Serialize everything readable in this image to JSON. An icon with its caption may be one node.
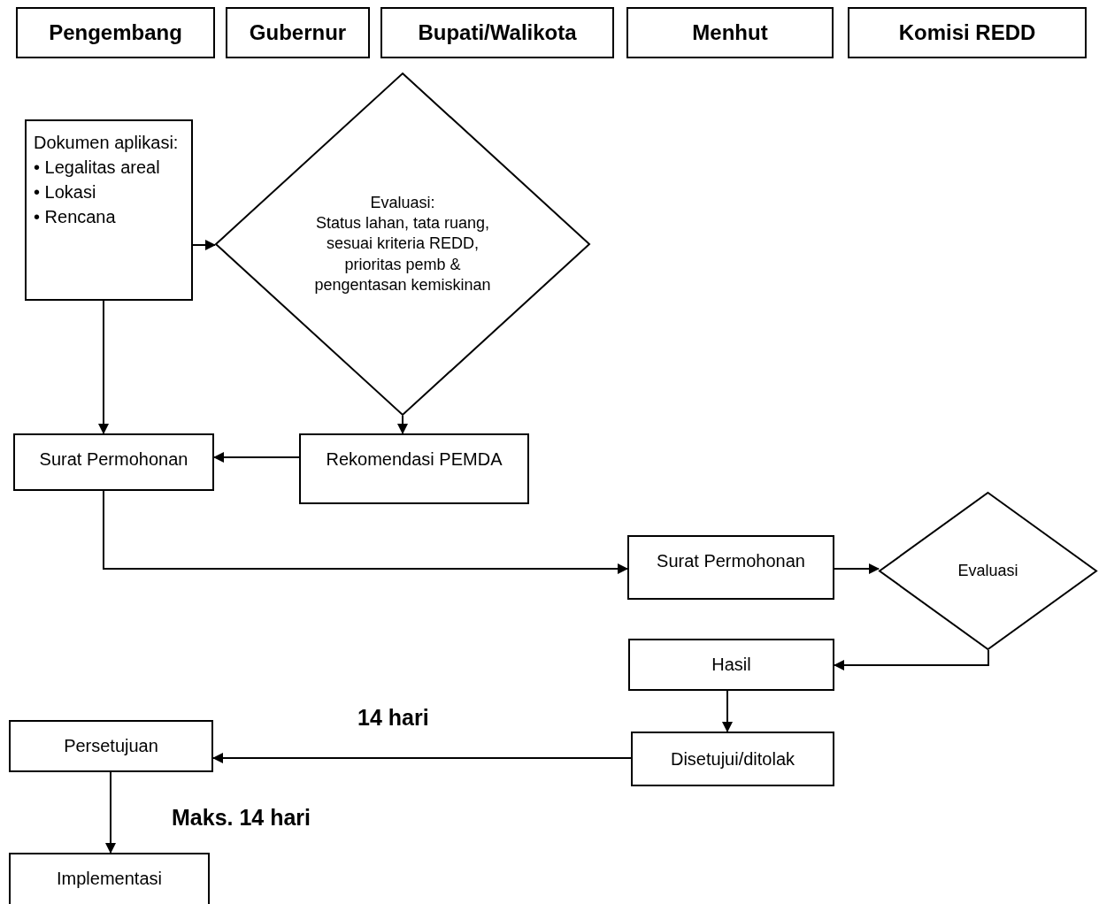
{
  "diagram": {
    "nodes": [
      {
        "text": [
          "Pengembang"
        ]
      },
      {
        "text": [
          "Gubernur"
        ]
      },
      {
        "text": [
          "Bupati/Walikota"
        ]
      },
      {
        "text": [
          "Menhut"
        ]
      },
      {
        "text": [
          "Komisi REDD"
        ]
      },
      {
        "text": [
          "Dokumen aplikasi:",
          "• Legalitas areal",
          "• Lokasi",
          "• Rencana"
        ]
      },
      {
        "text": [
          "Evaluasi:",
          "Status lahan, tata ruang, sesuai kriteria REDD, prioritas pemb & pengentasan kemiskinan"
        ]
      },
      {
        "text": [
          "Surat Permohonan"
        ]
      },
      {
        "text": [
          "Rekomendasi PEMDA"
        ]
      },
      {
        "text": [
          "Surat Permohonan"
        ]
      },
      {
        "text": [
          "Evaluasi"
        ]
      },
      {
        "text": [
          "Hasil"
        ]
      },
      {
        "text": [
          "Disetujui/ditolak"
        ]
      },
      {
        "text": [
          "Persetujuan"
        ]
      },
      {
        "text": [
          "Implementasi"
        ]
      }
    ],
    "edges": [
      {
        "from": 5,
        "to": 6,
        "arrow": "to"
      },
      {
        "from": 5,
        "to": 7,
        "arrow": "to"
      },
      {
        "from": 6,
        "to": 8,
        "arrow": "to"
      },
      {
        "from": 8,
        "to": 7,
        "arrow": "to"
      },
      {
        "from": 7,
        "to": 9,
        "arrow": "to"
      },
      {
        "from": 9,
        "to": 10,
        "arrow": "to"
      },
      {
        "from": 10,
        "to": 11,
        "arrow": "to"
      },
      {
        "from": 11,
        "to": 12,
        "arrow": "to"
      },
      {
        "from": 12,
        "to": 13,
        "arrow": "to",
        "label": "14 hari"
      },
      {
        "from": 13,
        "to": 14,
        "arrow": "to",
        "label": "Maks. 14 hari"
      }
    ]
  }
}
